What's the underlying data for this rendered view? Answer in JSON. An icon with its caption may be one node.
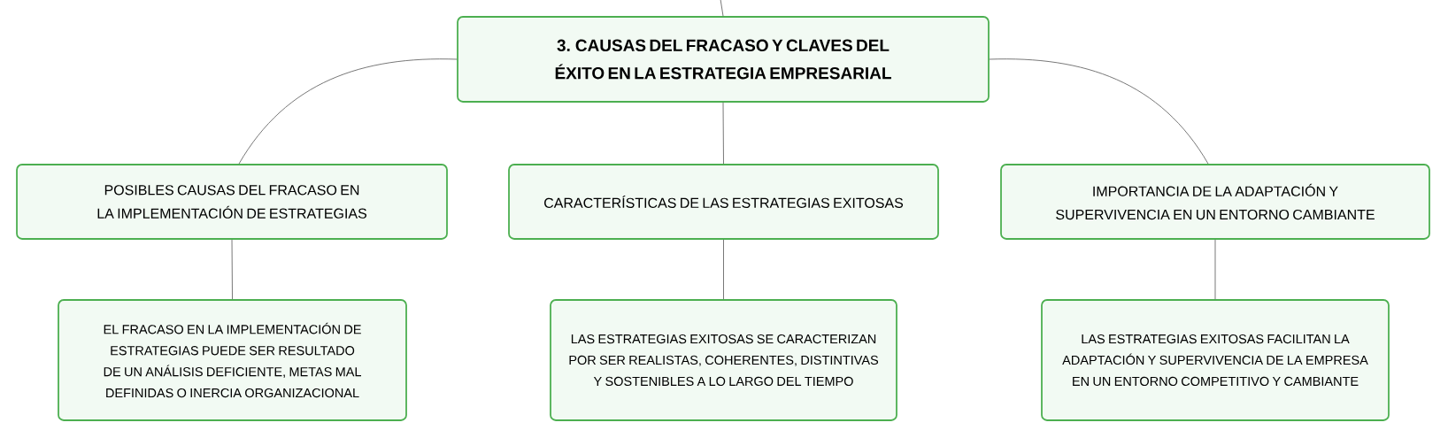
{
  "diagram": {
    "nodes": [
      {
        "text": [
          "3. CAUSAS DEL FRACASO Y CLAVES DEL ÉXITO EN LA ESTRATEGIA EMPRESARIAL"
        ]
      },
      {
        "text": [
          "POSIBLES CAUSAS DEL FRACASO EN LA IMPLEMENTACIÓN DE ESTRATEGIAS"
        ]
      },
      {
        "text": [
          "CARACTERÍSTICAS DE LAS ESTRATEGIAS EXITOSAS"
        ]
      },
      {
        "text": [
          "IMPORTANCIA DE LA ADAPTACIÓN Y SUPERVIVENCIA EN UN ENTORNO CAMBIANTE"
        ]
      },
      {
        "text": [
          "EL FRACASO EN LA IMPLEMENTACIÓN DE ESTRATEGIAS PUEDE SER RESULTADO DE UN ANÁLISIS DEFICIENTE, METAS MAL DEFINIDAS O INERCIA ORGANIZACIONAL"
        ]
      },
      {
        "text": [
          "LAS ESTRATEGIAS EXITOSAS SE CARACTERIZAN POR SER REALISTAS, COHERENTES, DISTINTIVAS Y SOSTENIBLES A LO LARGO DEL TIEMPO"
        ]
      },
      {
        "text": [
          "LAS ESTRATEGIAS EXITOSAS FACILITAN LA ADAPTACIÓN Y SUPERVIVENCIA DE LA EMPRESA EN UN ENTORNO COMPETITIVO Y CAMBIANTE"
        ]
      }
    ],
    "edges": [
      {
        "from": null,
        "to": 0,
        "arrow": "none"
      },
      {
        "from": 0,
        "to": 1,
        "arrow": "none"
      },
      {
        "from": 0,
        "to": 2,
        "arrow": "none"
      },
      {
        "from": 0,
        "to": 3,
        "arrow": "none"
      },
      {
        "from": 1,
        "to": 4,
        "arrow": "none"
      },
      {
        "from": 2,
        "to": 5,
        "arrow": "none"
      },
      {
        "from": 3,
        "to": 6,
        "arrow": "none"
      }
    ]
  }
}
